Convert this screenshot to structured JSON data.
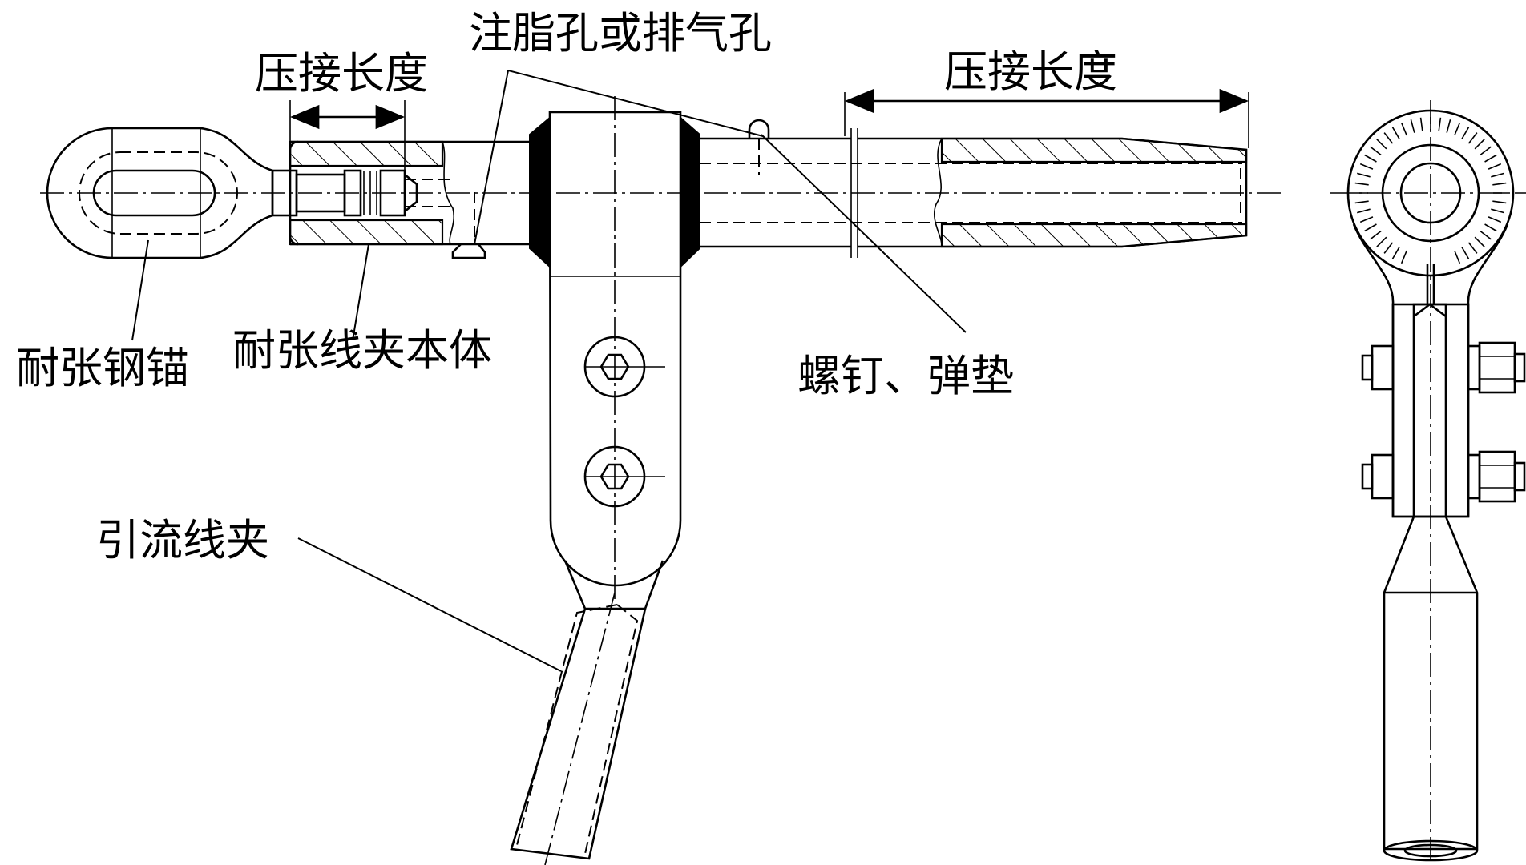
{
  "labels": {
    "crimp_length_left": "压接长度",
    "crimp_length_right": "压接长度",
    "grease_or_vent_hole": "注脂孔或排气孔",
    "tension_steel_anchor": "耐张钢锚",
    "tension_clamp_body": "耐张线夹本体",
    "screw_spring_washer": "螺钉、弹垫",
    "jumper_clamp": "引流线夹"
  },
  "colors": {
    "line": "#000000",
    "fill_dark": "#000000",
    "background": "#ffffff"
  }
}
